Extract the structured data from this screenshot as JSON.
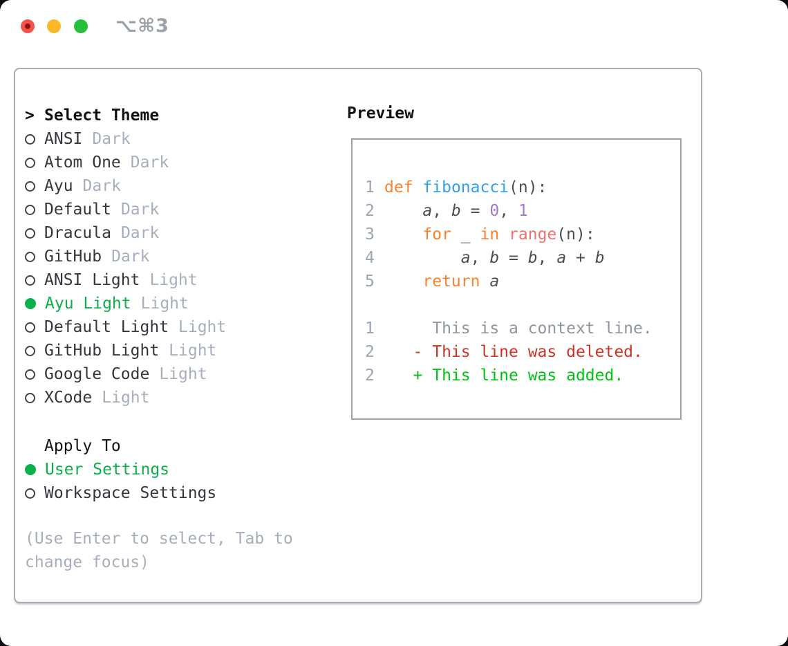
{
  "window": {
    "title": "⌥⌘3",
    "traffic_lights": [
      "close",
      "minimize",
      "zoom"
    ]
  },
  "theme_list": {
    "prompt": ">",
    "header": "Select Theme",
    "items": [
      {
        "name": "ANSI",
        "variant": "Dark",
        "selected": false
      },
      {
        "name": "Atom One",
        "variant": "Dark",
        "selected": false
      },
      {
        "name": "Ayu",
        "variant": "Dark",
        "selected": false
      },
      {
        "name": "Default",
        "variant": "Dark",
        "selected": false
      },
      {
        "name": "Dracula",
        "variant": "Dark",
        "selected": false
      },
      {
        "name": "GitHub",
        "variant": "Dark",
        "selected": false
      },
      {
        "name": "ANSI Light",
        "variant": "Light",
        "selected": false
      },
      {
        "name": "Ayu Light",
        "variant": "Light",
        "selected": true
      },
      {
        "name": "Default Light",
        "variant": "Light",
        "selected": false
      },
      {
        "name": "GitHub Light",
        "variant": "Light",
        "selected": false
      },
      {
        "name": "Google Code",
        "variant": "Light",
        "selected": false
      },
      {
        "name": "XCode",
        "variant": "Light",
        "selected": false
      }
    ]
  },
  "apply_to": {
    "header": "Apply To",
    "options": [
      {
        "label": "User Settings",
        "selected": true
      },
      {
        "label": "Workspace Settings",
        "selected": false
      }
    ]
  },
  "help_text": "(Use Enter to select, Tab to change focus)",
  "preview": {
    "label": "Preview",
    "code_lines": [
      {
        "no": "1",
        "tokens": [
          {
            "t": "def",
            "c": "keyword"
          },
          {
            "t": " "
          },
          {
            "t": "fibonacci",
            "c": "function"
          },
          {
            "t": "(n):"
          }
        ]
      },
      {
        "no": "2",
        "tokens": [
          {
            "t": "    "
          },
          {
            "t": "a",
            "c": "var"
          },
          {
            "t": ", "
          },
          {
            "t": "b",
            "c": "var"
          },
          {
            "t": " = "
          },
          {
            "t": "0",
            "c": "number"
          },
          {
            "t": ", "
          },
          {
            "t": "1",
            "c": "number"
          }
        ]
      },
      {
        "no": "3",
        "tokens": [
          {
            "t": "    "
          },
          {
            "t": "for",
            "c": "keyword"
          },
          {
            "t": " _ "
          },
          {
            "t": "in",
            "c": "keyword"
          },
          {
            "t": " "
          },
          {
            "t": "range",
            "c": "builtin"
          },
          {
            "t": "(n):"
          }
        ]
      },
      {
        "no": "4",
        "tokens": [
          {
            "t": "        "
          },
          {
            "t": "a",
            "c": "var"
          },
          {
            "t": ", "
          },
          {
            "t": "b",
            "c": "var"
          },
          {
            "t": " = "
          },
          {
            "t": "b",
            "c": "var"
          },
          {
            "t": ", "
          },
          {
            "t": "a",
            "c": "var"
          },
          {
            "t": " + "
          },
          {
            "t": "b",
            "c": "var"
          }
        ]
      },
      {
        "no": "5",
        "tokens": [
          {
            "t": "    "
          },
          {
            "t": "return",
            "c": "keyword"
          },
          {
            "t": " "
          },
          {
            "t": "a",
            "c": "var"
          }
        ]
      },
      {
        "no": "",
        "tokens": []
      },
      {
        "no": "1",
        "tokens": [
          {
            "t": "     This is a context line.",
            "c": "context"
          }
        ]
      },
      {
        "no": "2",
        "tokens": [
          {
            "t": "   - This line was deleted.",
            "c": "deleted"
          }
        ]
      },
      {
        "no": "2",
        "tokens": [
          {
            "t": "   + This line was added.",
            "c": "added"
          }
        ]
      }
    ]
  },
  "colors": {
    "ui_selected_green": "#0caf4a",
    "muted_gray": "#a6afbd",
    "text_dark": "#33373d",
    "keyword_orange": "#f8832b",
    "function_blue": "#31a2e9",
    "builtin_salmon": "#f07171",
    "number_purple": "#a37acc",
    "diff_context_gray": "#8e969f",
    "diff_deleted_red": "#cc3428",
    "diff_added_green": "#00c210",
    "line_number_gray": "#9aa5b3",
    "border_gray": "#99a2ab"
  }
}
